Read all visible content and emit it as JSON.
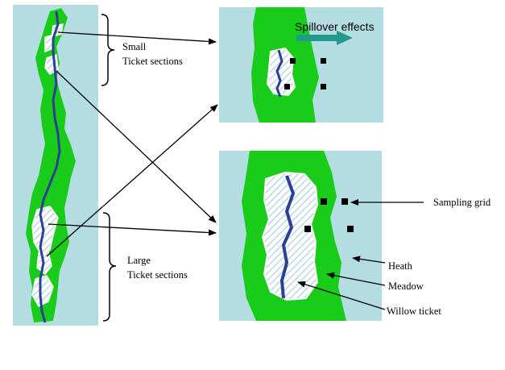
{
  "labels": {
    "small_line1": "Small",
    "small_line2": "Ticket sections",
    "large_line1": "Large",
    "large_line2": "Ticket sections",
    "spillover": "Spillover effects",
    "sampling_grid": "Sampling grid",
    "heath": "Heath",
    "meadow": "Meadow",
    "willow": "Willow ticket"
  },
  "colors": {
    "water": "#b4dde2",
    "heath_green": "#19cc19",
    "river": "#2b3f97",
    "arrow_teal": "#1f9a8c",
    "thicket_hatch": "#9fc6d9"
  }
}
